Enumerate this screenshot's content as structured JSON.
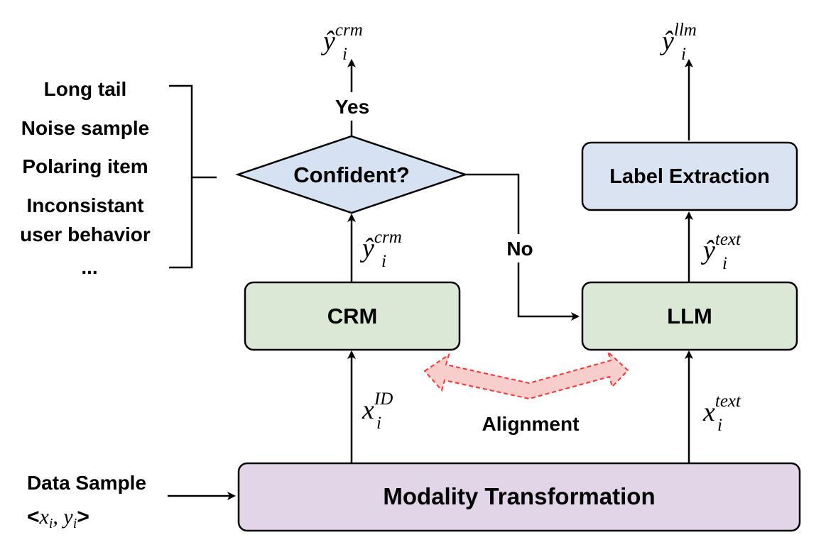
{
  "colors": {
    "model_box": "#dae8d5",
    "diamond": "#d6e1f1",
    "extraction_box": "#dae3f2",
    "transform_box": "#e1d5e7",
    "alignment_arrow": "#f8cecc",
    "alignment_stroke": "#ff3333"
  },
  "left_list": {
    "items": [
      "Long tail",
      "Noise sample",
      "Polaring item",
      "Inconsistant",
      "user behavior",
      "..."
    ]
  },
  "decision": {
    "label": "Confident?",
    "yes_label": "Yes",
    "no_label": "No"
  },
  "boxes": {
    "crm": "CRM",
    "llm": "LLM",
    "label_extraction": "Label Extraction",
    "modality_transformation": "Modality Transformation"
  },
  "alignment_label": "Alignment",
  "input": {
    "title": "Data Sample",
    "open": "<",
    "close": ">",
    "x_base": "x",
    "x_sub": "i",
    "comma": ", ",
    "y_base": "y",
    "y_sub": "i"
  },
  "math": {
    "y_hat_crm_top": {
      "base": "ŷ",
      "sub": "i",
      "sup": "crm"
    },
    "y_hat_crm_mid": {
      "base": "ŷ",
      "sub": "i",
      "sup": "crm"
    },
    "y_hat_llm": {
      "base": "ŷ",
      "sub": "i",
      "sup": "llm"
    },
    "y_hat_text": {
      "base": "ŷ",
      "sub": "i",
      "sup": "text"
    },
    "x_id": {
      "base": "x",
      "sub": "i",
      "sup": "ID"
    },
    "x_text": {
      "base": "x",
      "sub": "i",
      "sup": "text"
    }
  }
}
